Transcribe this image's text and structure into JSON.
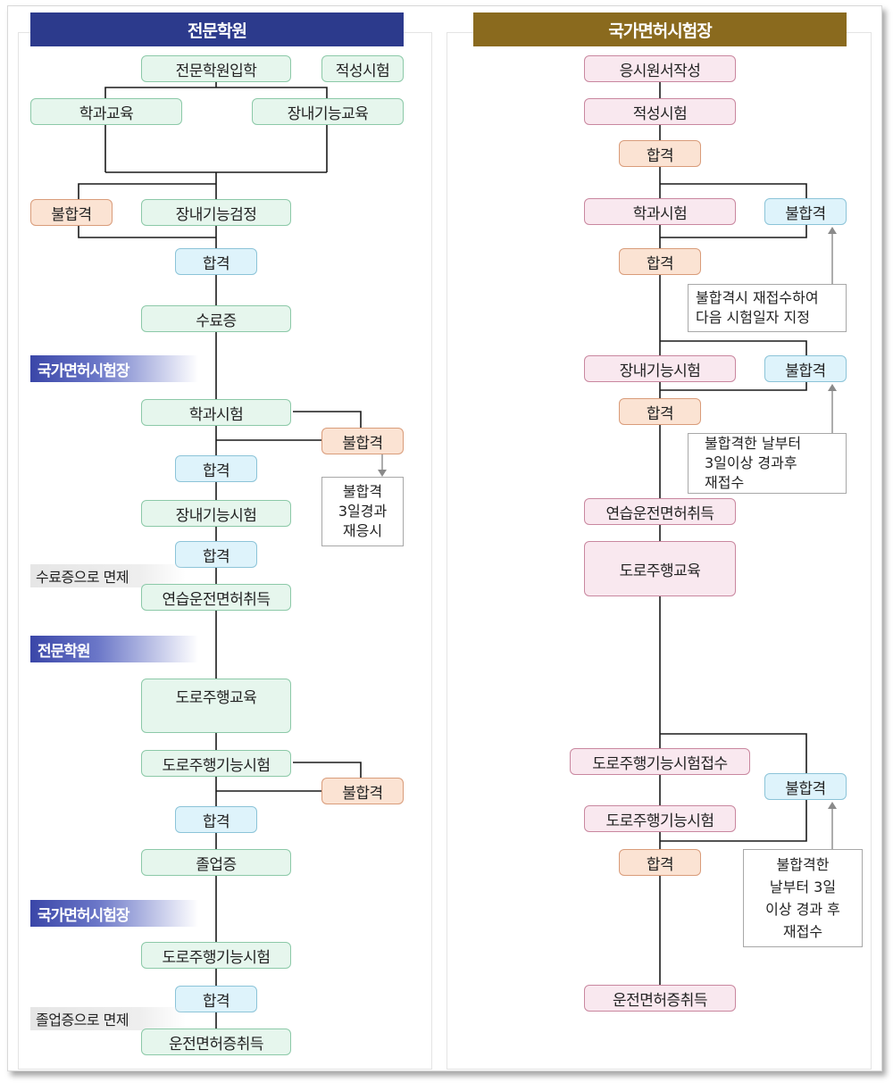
{
  "left": {
    "header": "전문학원",
    "entry": "전문학원입학",
    "aptitude": "적성시험",
    "theory_edu": "학과교육",
    "course_edu": "장내기능교육",
    "fail1": "불합격",
    "course_check": "장내기능검정",
    "pass1": "합격",
    "certificate": "수료증",
    "sec_national1": "국가면허시험장",
    "theory_test": "학과시험",
    "fail2": "불합격",
    "retest_note": [
      "불합격",
      "3일경과",
      "재응시"
    ],
    "pass2": "합격",
    "course_test": "장내기능시험",
    "pass3": "합격",
    "exempt1": "수료증으로 면제",
    "learner_license": "연습운전면허취득",
    "sec_academy": "전문학원",
    "road_edu": "도로주행교육",
    "road_check": "도로주행기능시험",
    "fail3": "불합격",
    "pass4": "합격",
    "graduation": "졸업증",
    "sec_national2": "국가면허시험장",
    "road_test": "도로주행기능시험",
    "pass5": "합격",
    "exempt2": "졸업증으로 면제",
    "license": "운전면허증취득"
  },
  "right": {
    "header": "국가면허시험장",
    "application": "응시원서작성",
    "aptitude": "적성시험",
    "pass1": "합격",
    "theory_test": "학과시험",
    "fail1": "불합격",
    "pass2": "합격",
    "note1": [
      "불합격시 재접수하여",
      "다음 시험일자 지정"
    ],
    "course_test": "장내기능시험",
    "fail2": "불합격",
    "pass3": "합격",
    "note2": [
      "불합격한 날부터",
      "3일이상 경과후",
      "재접수"
    ],
    "learner_license": "연습운전면허취득",
    "road_edu": "도로주행교육",
    "road_apply": "도로주행기능시험접수",
    "fail3": "불합격",
    "road_test": "도로주행기능시험",
    "pass4": "합격",
    "note3": [
      "불합격한",
      "날부터 3일",
      "이상 경과 후",
      "재접수"
    ],
    "license": "운전면허증취득"
  },
  "colors": {
    "left_header": "#2c3a8c",
    "right_header": "#8a6a1e",
    "green_box": "#e6f6ed",
    "orange_box": "#fbe3d3",
    "blue_box": "#def3fb",
    "pink_box": "#f9e8ef"
  }
}
